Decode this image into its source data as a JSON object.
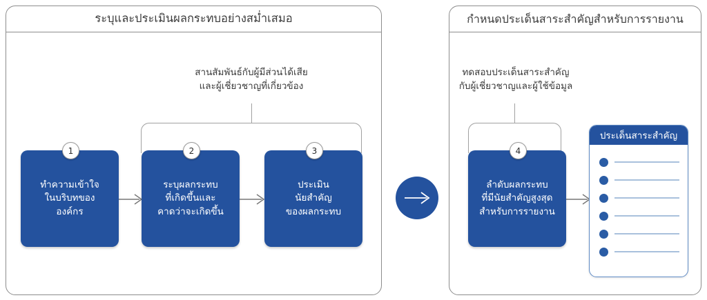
{
  "panels": [
    {
      "id": "left",
      "title": "ระบุและประเมินผลกระทบอย่างสม่ำเสมอ",
      "caption": {
        "line1": "สานสัมพันธ์กับผู้มีส่วนได้เสีย",
        "line2": "และผู้เชี่ยวชาญที่เกี่ยวข้อง"
      }
    },
    {
      "id": "right",
      "title": "กำหนดประเด็นสาระสำคัญสำหรับการรายงาน",
      "caption": {
        "line1": "ทดสอบประเด็นสาระสำคัญ",
        "line2": "กับผู้เชี่ยวชาญและผู้ใช้ข้อมูล"
      }
    }
  ],
  "steps": [
    {
      "number": "1",
      "line1": "ทำความเข้าใจ",
      "line2": "ในบริบทของ",
      "line3": "องค์กร"
    },
    {
      "number": "2",
      "line1": "ระบุผลกระทบ",
      "line2": "ที่เกิดขึ้นและ",
      "line3": "คาดว่าจะเกิดขึ้น"
    },
    {
      "number": "3",
      "line1": "ประเมิน",
      "line2": "นัยสำคัญ",
      "line3": "ของผลกระทบ"
    },
    {
      "number": "4",
      "line1": "ลำดับผลกระทบ",
      "line2": "ที่มีนัยสำคัญสูงสุด",
      "line3": "สำหรับการรายงาน"
    }
  ],
  "checklist": {
    "title": "ประเด็นสาระสำคัญ",
    "item_count": 6
  },
  "colors": {
    "brand_blue": "#24529E",
    "bullet_blue": "#2A5CA5",
    "line_blue": "#A8C0DC",
    "panel_border": "#8C8C8C",
    "connector_gray": "#767676",
    "text_dark": "#3B3B3B"
  }
}
